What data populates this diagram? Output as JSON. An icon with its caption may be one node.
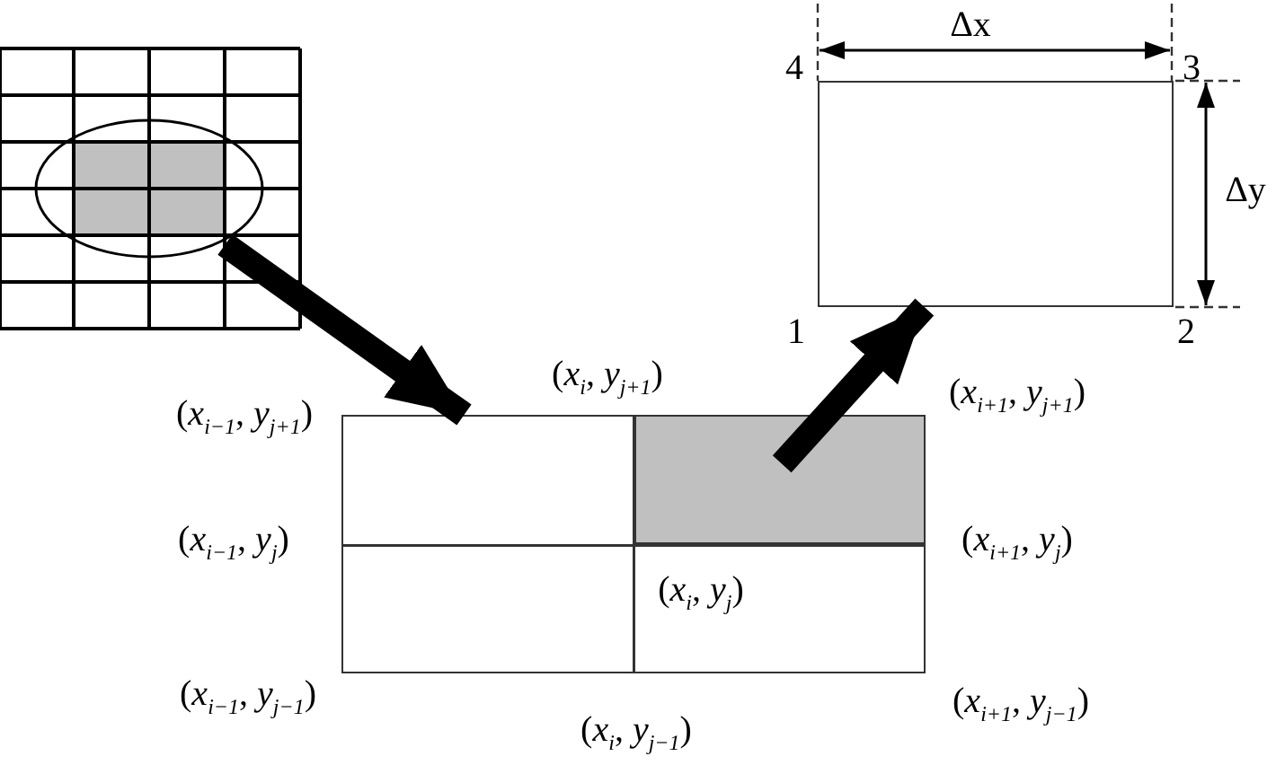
{
  "diagram": {
    "nodes": [
      {
        "text": [],
        "shape": "grid"
      },
      {
        "text": [],
        "shape": "box"
      },
      {
        "text": [],
        "shape": "box",
        "in": 1
      },
      {
        "text": [],
        "shape": "box",
        "beside": [
          "4",
          "3",
          "1",
          "2"
        ]
      }
    ],
    "edges": [
      {
        "from": 0,
        "to": 1,
        "arrow": "to"
      },
      {
        "from": 2,
        "to": 3,
        "arrow": "to"
      }
    ],
    "labels": [
      "Δx",
      "Δy",
      "(*x*$_{i}$, *y*$_{j+1}$)",
      "(*x*$_{i−1}$, *y*$_{j+1}$)",
      "(*x*$_{i+1}$, *y*$_{j+1}$)",
      "(*x*$_{i−1}$, *y*$_{j}$)",
      "(*x*$_{i+1}$, *y*$_{j}$)",
      "(*x*$_{i}$, *y*$_{j}$)",
      "(*x*$_{i−1}$, *y*$_{j−1}$)",
      "(*x*$_{i+1}$, *y*$_{j−1}$)",
      "(*x*$_{i}$, *y*$_{j−1}$)"
    ]
  }
}
